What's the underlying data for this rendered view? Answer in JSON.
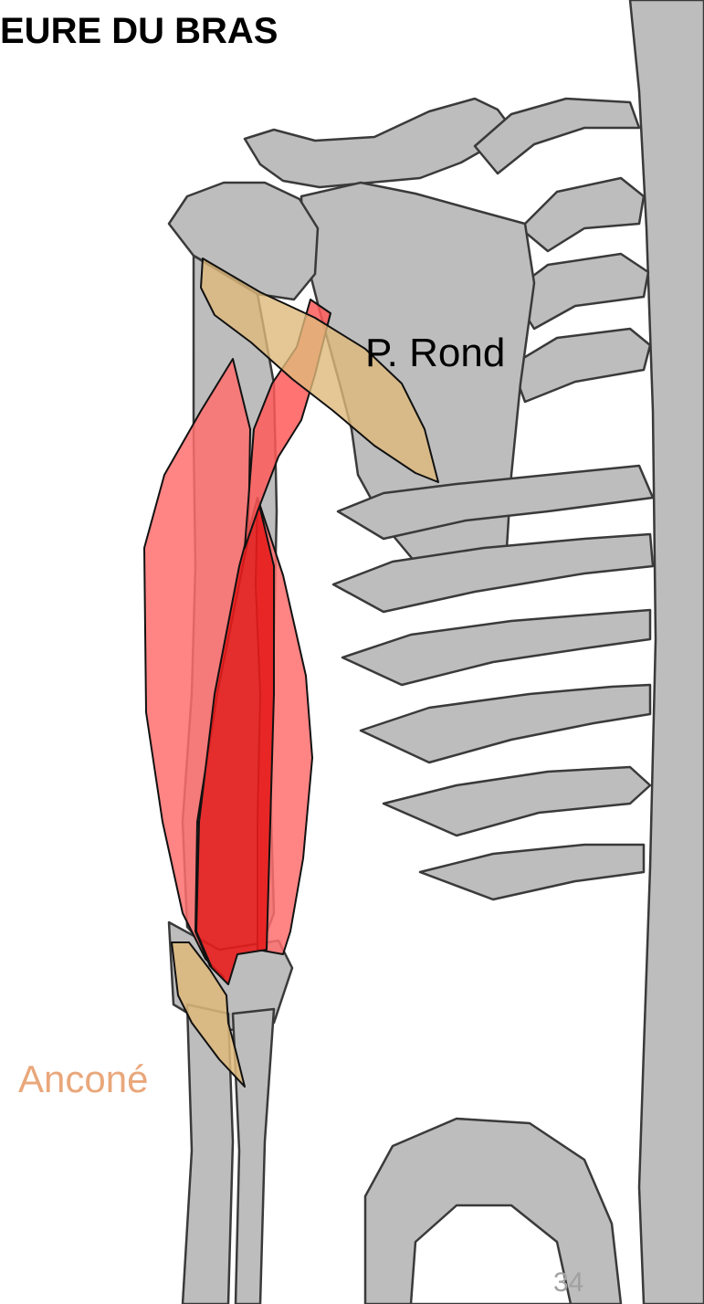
{
  "slide": {
    "title": "EURE DU BRAS",
    "page_number": "34"
  },
  "labels": {
    "petit_rond": "P. Rond",
    "ancone": "Anconé"
  },
  "colors": {
    "bone_fill": "#bdbdbd",
    "bone_stroke": "#3a3a3a",
    "muscle_red_light": "#ff6f6f",
    "muscle_red_dark": "#e81d1d",
    "muscle_tan": "#deb97a",
    "ancone_text": "#e9a77b",
    "page_number_text": "#a0a0a0"
  }
}
